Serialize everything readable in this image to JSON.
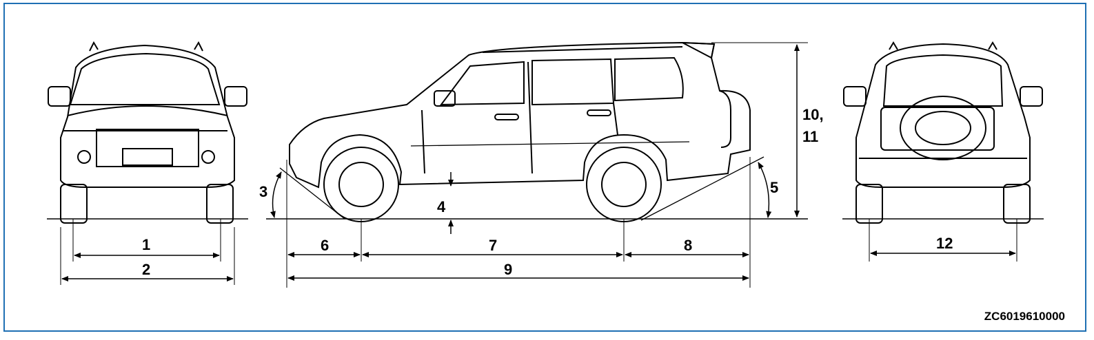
{
  "labels": {
    "d1": "1",
    "d2": "2",
    "d3": "3",
    "d4": "4",
    "d5": "5",
    "d6": "6",
    "d7": "7",
    "d8": "8",
    "d9": "9",
    "d10_11_line1": "10,",
    "d10_11_line2": "11",
    "d12": "12"
  },
  "figure_code": "ZC6019610000",
  "colors": {
    "frame": "#1e6fb3",
    "line": "#000000"
  }
}
